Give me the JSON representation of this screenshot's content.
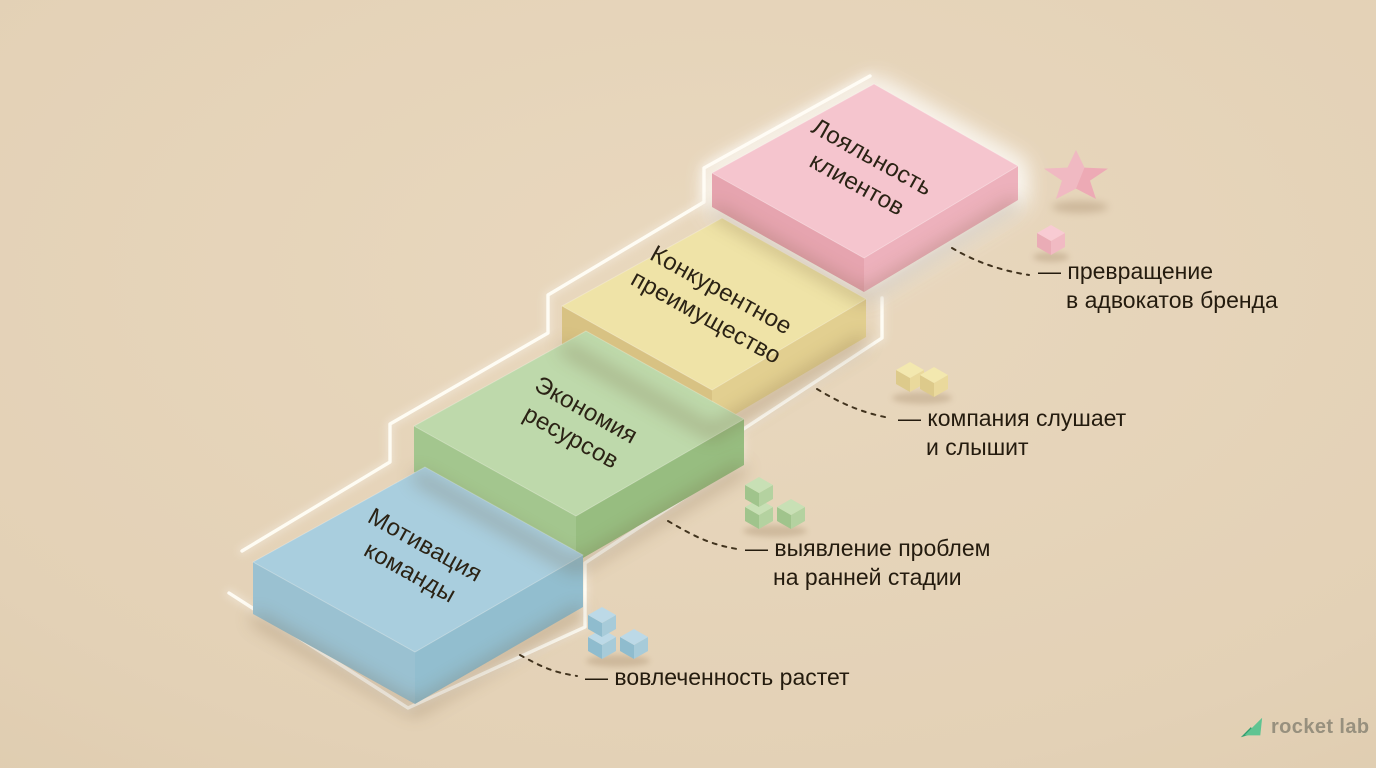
{
  "palette": {
    "background_top": "#e9d8be",
    "background_bottom": "#d8c4a4",
    "stairs_outline": "#fffdf6",
    "connector_line": "#41331e",
    "annotation_text": "#241b0e",
    "block_label_text": "#2b2315"
  },
  "diagram": {
    "steps": [
      {
        "label_lines": [
          "Мотивация",
          "команды"
        ],
        "colors": {
          "top": "#a9cede",
          "left": "#9ac1d1",
          "right": "#92becf"
        }
      },
      {
        "label_lines": [
          "Экономия",
          "ресурсов"
        ],
        "colors": {
          "top": "#bed9ab",
          "left": "#a3c68e",
          "right": "#97bd80"
        }
      },
      {
        "label_lines": [
          "Конкурентное",
          "преимущество"
        ],
        "colors": {
          "top": "#efe3a7",
          "left": "#d8c283",
          "right": "#e2cf90"
        }
      },
      {
        "label_lines": [
          "Лояльность",
          "клиентов"
        ],
        "colors": {
          "top": "#f5c5ce",
          "left": "#e6a4af",
          "right": "#edb1bc"
        }
      }
    ],
    "annotations": [
      {
        "line1": "— вовлеченность растет",
        "line2": ""
      },
      {
        "line1": "— выявление проблем",
        "line2": "на ранней стадии"
      },
      {
        "line1": "— компания слушает",
        "line2": "и слышит"
      },
      {
        "line1": "— превращение",
        "line2": "в адвокатов бренда"
      }
    ]
  },
  "decor": {
    "star": {
      "color": "#edaab5"
    },
    "cubes": {
      "blue": {
        "top": "#bcd9e7",
        "left": "#8fbcce",
        "right": "#a7cbd9"
      },
      "green": {
        "top": "#c8e0b5",
        "left": "#a0c48c",
        "right": "#b4d2a0"
      },
      "yellow": {
        "top": "#f3e8af",
        "left": "#ddca8b",
        "right": "#ead99c"
      },
      "pink": {
        "top": "#f8cbd3",
        "left": "#eaacb6",
        "right": "#f1bac3"
      }
    }
  },
  "logo": {
    "text": "rocket lab",
    "icon_color_light": "#5fc492",
    "icon_color_dark": "#2f9e6e",
    "text_color": "#97907e"
  }
}
